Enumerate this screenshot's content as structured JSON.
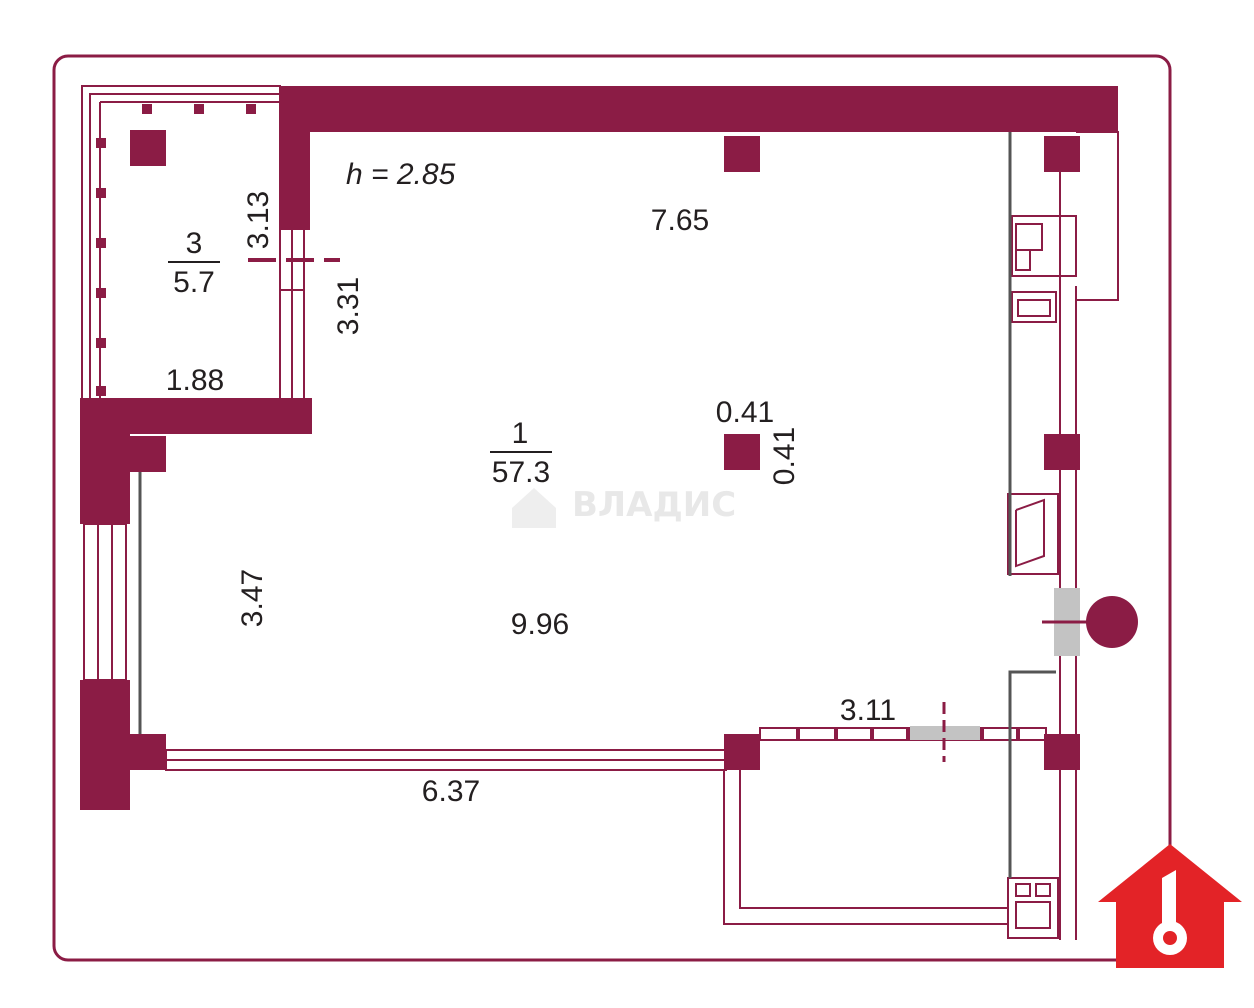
{
  "plan": {
    "ceiling_height": "h = 2.85",
    "wall_color": "#8b1c45",
    "frame_color": "#8b1c45",
    "door_gray": "#c3c3c3",
    "brand_color": "#e32327"
  },
  "rooms": {
    "main": {
      "number": "1",
      "area": "57.3"
    },
    "balcony": {
      "number": "3",
      "area": "5.7"
    }
  },
  "dimensions": {
    "top_width": "7.65",
    "main_length": "9.96",
    "left_height": "3.47",
    "bottom_width": "6.37",
    "balcony_width": "1.88",
    "balcony_height": "3.13",
    "inner_height": "3.31",
    "lower_balcony_width": "3.11",
    "column_width": "0.41",
    "column_height": "0.41"
  },
  "watermark": {
    "text": "ВЛАДИС"
  },
  "logo": {
    "icon": "house-key-icon",
    "color": "#e32327"
  }
}
